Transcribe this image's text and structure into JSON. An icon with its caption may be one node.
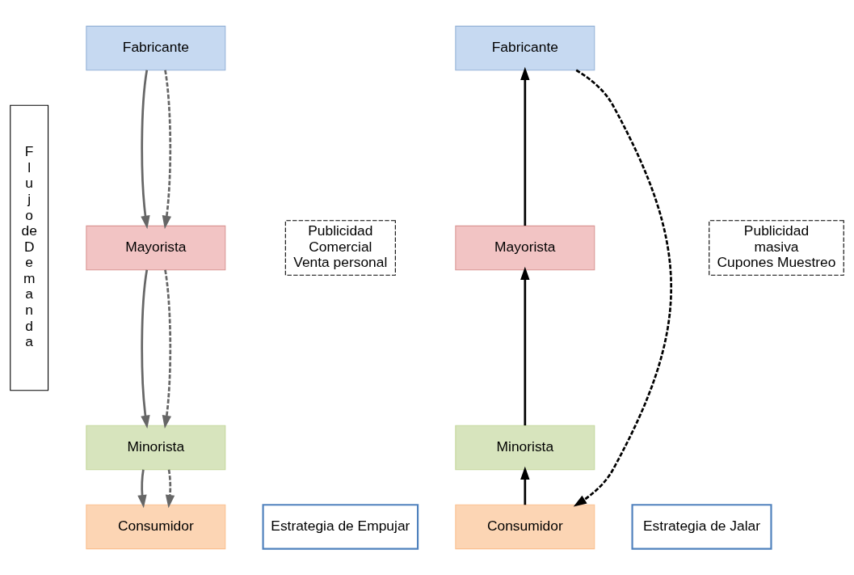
{
  "diagram": {
    "nodes": [
      {
        "text": [
          "F l u j o de D e m a n d a"
        ]
      },
      {
        "text": [
          "Fabricante"
        ]
      },
      {
        "text": [
          "Mayorista"
        ]
      },
      {
        "text": [
          "Minorista"
        ]
      },
      {
        "text": [
          "Consumidor"
        ]
      },
      {
        "text": [
          "Publicidad Comercial Venta personal"
        ]
      },
      {
        "text": [
          "Estrategia de Empujar"
        ]
      },
      {
        "text": [
          "Fabricante"
        ]
      },
      {
        "text": [
          "Mayorista"
        ]
      },
      {
        "text": [
          "Minorista"
        ]
      },
      {
        "text": [
          "Consumidor"
        ]
      },
      {
        "text": [
          "Publicidad masiva Cupones Muestreo"
        ]
      },
      {
        "text": [
          "Estrategia de Jalar"
        ]
      }
    ],
    "edges": [
      {
        "from": 1,
        "to": 2,
        "arrow": "to"
      },
      {
        "from": 1,
        "to": 2,
        "arrow": "to",
        "style": "dashed"
      },
      {
        "from": 2,
        "to": 3,
        "arrow": "to"
      },
      {
        "from": 2,
        "to": 3,
        "arrow": "to",
        "style": "dashed"
      },
      {
        "from": 3,
        "to": 4,
        "arrow": "to"
      },
      {
        "from": 3,
        "to": 4,
        "arrow": "to",
        "style": "dashed"
      },
      {
        "from": 10,
        "to": 9,
        "arrow": "to",
        "color": "#000000"
      },
      {
        "from": 9,
        "to": 8,
        "arrow": "to",
        "color": "#000000"
      },
      {
        "from": 8,
        "to": 7,
        "arrow": "to",
        "color": "#000000"
      },
      {
        "from": 7,
        "to": 10,
        "arrow": "to",
        "style": "dashed",
        "color": "#000000"
      }
    ]
  }
}
